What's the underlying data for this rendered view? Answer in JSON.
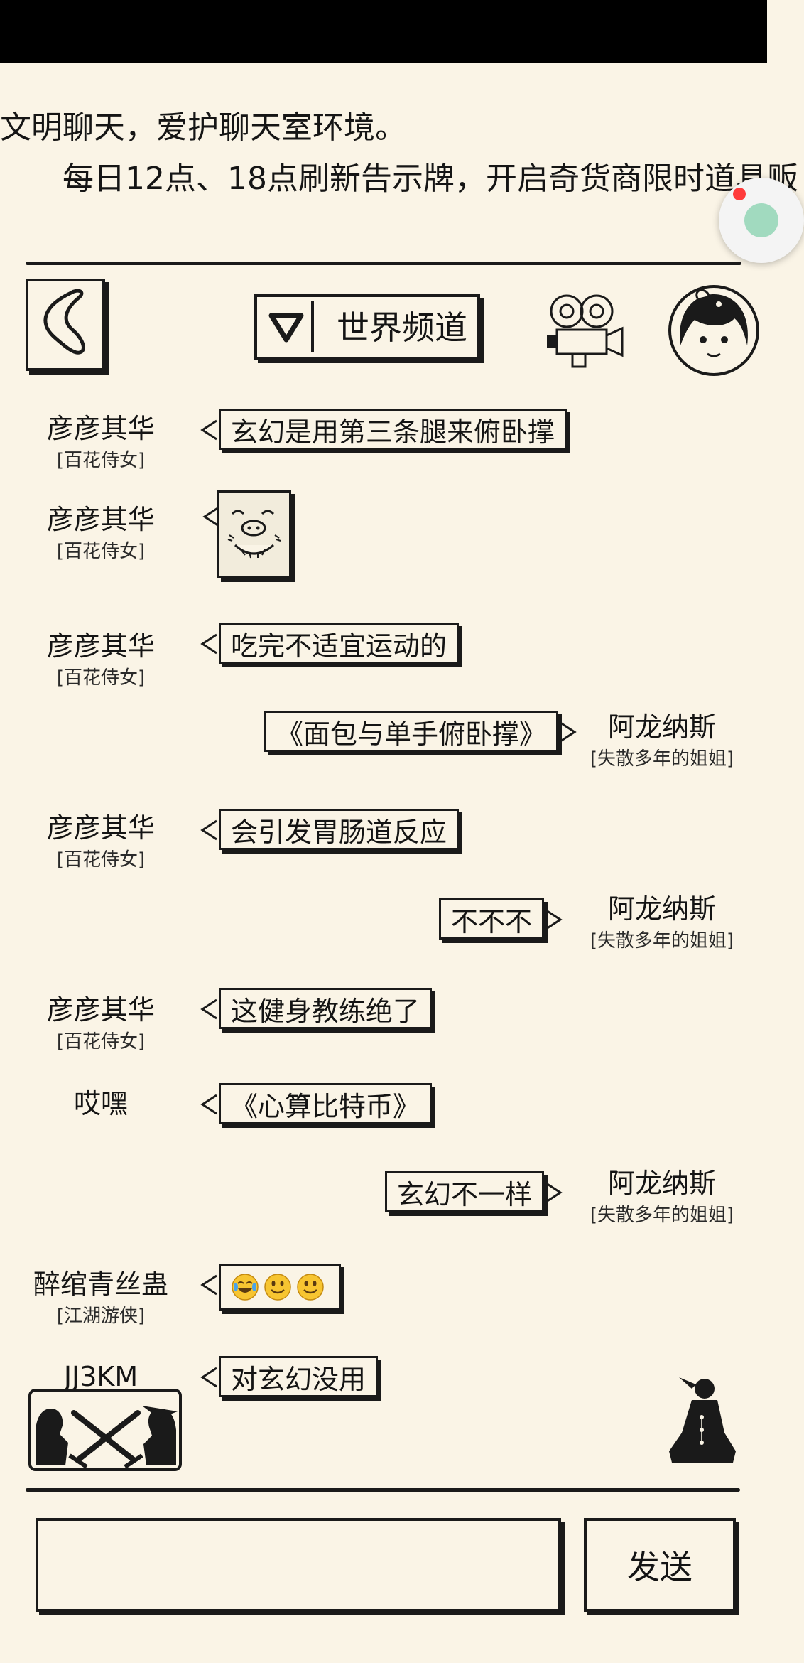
{
  "notice": {
    "line1": "文明聊天，爱护聊天室环境。",
    "line2": "每日12点、18点刷新告示牌，开启奇货商限时道具贩"
  },
  "header": {
    "channel_label": "世界频道",
    "back_icon": "back-chevron-icon",
    "dropdown_icon": "triangle-down-icon",
    "camera_icon": "video-camera-icon",
    "avatar_icon": "girl-avatar-icon"
  },
  "messages": [
    {
      "name": "彦彦其华",
      "title": "[百花侍女]",
      "text": "玄幻是用第三条腿来俯卧撑"
    },
    {
      "name": "彦彦其华",
      "title": "[百花侍女]",
      "sticker": "pig-face-sticker"
    },
    {
      "name": "彦彦其华",
      "title": "[百花侍女]",
      "text": "吃完不适宜运动的"
    },
    {
      "name": "阿龙纳斯",
      "title": "[失散多年的姐姐]",
      "text": "《面包与单手俯卧撑》"
    },
    {
      "name": "彦彦其华",
      "title": "[百花侍女]",
      "text": "会引发胃肠道反应"
    },
    {
      "name": "阿龙纳斯",
      "title": "[失散多年的姐姐]",
      "text": "不不不"
    },
    {
      "name": "彦彦其华",
      "title": "[百花侍女]",
      "text": "这健身教练绝了"
    },
    {
      "name": "哎嘿",
      "title": "",
      "text": "《心算比特币》"
    },
    {
      "name": "阿龙纳斯",
      "title": "[失散多年的姐姐]",
      "text": "玄幻不一样"
    },
    {
      "name": "醉绾青丝蛊",
      "title": "[江湖游侠]",
      "emojis": [
        "laughing-crying-emoji",
        "smiling-emoji",
        "smiling-emoji"
      ]
    },
    {
      "name": "JJ3KM",
      "title": "",
      "text": "对玄幻没用"
    }
  ],
  "footer": {
    "input_value": "",
    "send_label": "发送",
    "battle_icon": "battle-swords-icon",
    "meditate_icon": "meditation-figure-icon"
  },
  "colors": {
    "background": "#faf4e6",
    "ink": "#1a1a1a",
    "notification_dot": "#ff3b3b"
  }
}
